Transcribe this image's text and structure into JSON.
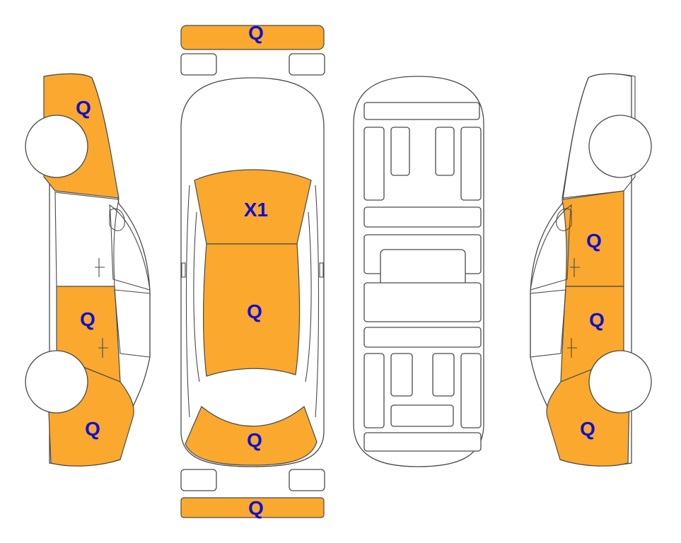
{
  "colors": {
    "damaged": "#FAA92E",
    "undamaged": "#FFFFFF",
    "outline": "#4A4A4A",
    "label": "#1010D0"
  },
  "panels": {
    "front_bumper": {
      "code": "Q",
      "damaged": true
    },
    "rear_bumper": {
      "code": "Q",
      "damaged": true
    },
    "bonnet": {
      "code": "X1",
      "damaged": true
    },
    "roof": {
      "code": "Q",
      "damaged": true
    },
    "boot_lid": {
      "code": "Q",
      "damaged": true
    },
    "left_front_wing": {
      "code": "Q",
      "damaged": true
    },
    "left_rear_door": {
      "code": "Q",
      "damaged": true
    },
    "left_rear_quarter": {
      "code": "Q",
      "damaged": true
    },
    "right_front_door": {
      "code": "Q",
      "damaged": true
    },
    "right_rear_door": {
      "code": "Q",
      "damaged": true
    },
    "right_rear_quarter": {
      "code": "Q",
      "damaged": true
    }
  }
}
